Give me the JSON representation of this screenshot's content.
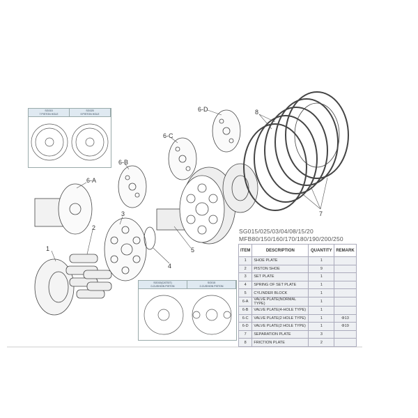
{
  "models_line1": "SG015/025/03/04/08/15/20",
  "models_line2": "MFB80/150/160/170/180/190/200/250",
  "table": {
    "headers": [
      "ITEM",
      "DESCRIPTION",
      "QUANTITY",
      "REMARK"
    ],
    "rows": [
      [
        "1",
        "SHOE PLATE",
        "1",
        ""
      ],
      [
        "2",
        "PISTON SHOE",
        "9",
        ""
      ],
      [
        "3",
        "SET PLATE",
        "1",
        ""
      ],
      [
        "4",
        "SPRING OF SET PLATE",
        "1",
        ""
      ],
      [
        "5",
        "CYLINDER BLOCK",
        "1",
        ""
      ],
      [
        "6-A",
        "VALVE PLATE(NORMAL TYPE)",
        "1",
        ""
      ],
      [
        "6-B",
        "VALVE PLATE(4-HOLE TYPE)",
        "1",
        ""
      ],
      [
        "6-C",
        "VALVE PLATE(2 HOLE TYPE)",
        "1",
        "Φ13"
      ],
      [
        "6-D",
        "VALVE PLATE(2 HOLE TYPE)",
        "1",
        "Φ19"
      ],
      [
        "7",
        "SEPARATION PLATE",
        "3",
        ""
      ],
      [
        "8",
        "FRICTION PLATE",
        "2",
        ""
      ]
    ]
  },
  "inset_top": {
    "left": [
      "SG015",
      "7 PISTON HOLE"
    ],
    "right": [
      "SG025",
      "9 PISTON HOLE"
    ]
  },
  "inset_bottom": {
    "left": [
      "SG015(CAT307)",
      "0-CUSHION PISTON"
    ],
    "right": [
      "SG015",
      "2-CUSHION PISTON"
    ]
  },
  "callouts": [
    "1",
    "2",
    "3",
    "4",
    "5",
    "6-A",
    "6-B",
    "6-C",
    "6-D",
    "7",
    "8"
  ]
}
